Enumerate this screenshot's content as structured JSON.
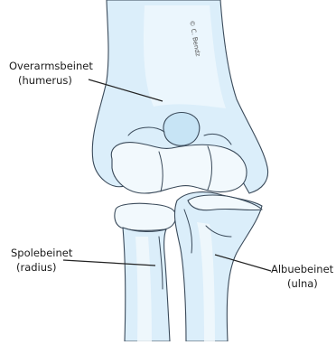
{
  "labels": {
    "humerus": {
      "line1": "Overarmsbeinet",
      "line2": "(humerus)"
    },
    "radius": {
      "line1": "Spolebeinet",
      "line2": "(radius)"
    },
    "ulna": {
      "line1": "Albuebeinet",
      "line2": "(ulna)"
    }
  },
  "copyright": "© C. Bendz",
  "colors": {
    "bone_fill": "#dbeefa",
    "bone_highlight": "#f2f9fd",
    "bone_shade": "#c7e4f5",
    "outline": "#3a4a5a"
  }
}
